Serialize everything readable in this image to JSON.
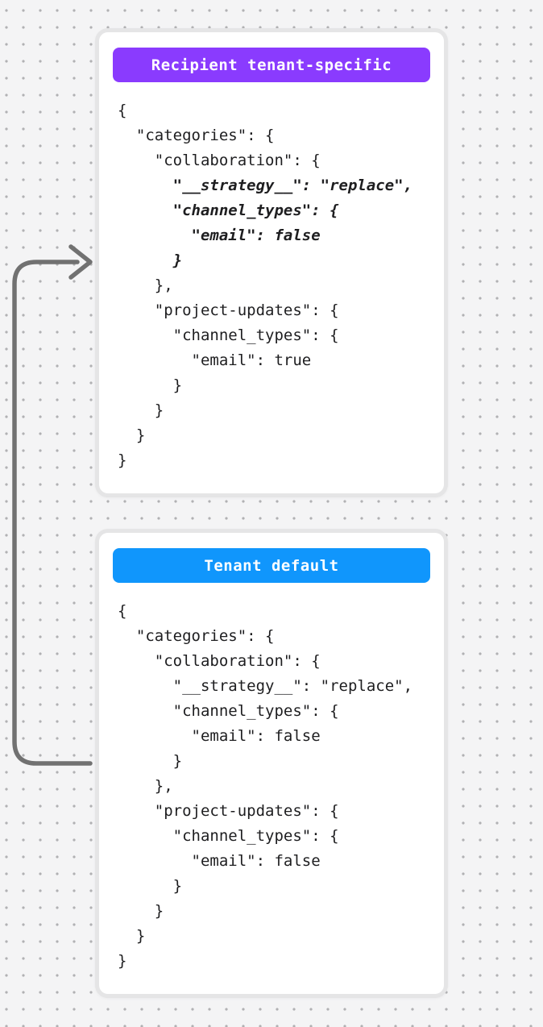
{
  "colors": {
    "recipient_badge": "#8a3bfe",
    "tenant_badge": "#1096fc",
    "arrow": "#717171",
    "page_background": "#f4f4f5",
    "dot": "#b1b1b3",
    "card_border": "#e5e5e6",
    "code_text": "#1e1e20"
  },
  "cards": [
    {
      "badge_label": "Recipient tenant-specific",
      "badge_color": "#8a3bfe",
      "code_lines": [
        {
          "text": "{",
          "emphasis": false
        },
        {
          "text": "  \"categories\": {",
          "emphasis": false
        },
        {
          "text": "    \"collaboration\": {",
          "emphasis": false
        },
        {
          "text": "      \"__strategy__\": \"replace\",",
          "emphasis": true
        },
        {
          "text": "      \"channel_types\": {",
          "emphasis": true
        },
        {
          "text": "        \"email\": false",
          "emphasis": true
        },
        {
          "text": "      }",
          "emphasis": true
        },
        {
          "text": "    },",
          "emphasis": false
        },
        {
          "text": "    \"project-updates\": {",
          "emphasis": false
        },
        {
          "text": "      \"channel_types\": {",
          "emphasis": false
        },
        {
          "text": "        \"email\": true",
          "emphasis": false
        },
        {
          "text": "      }",
          "emphasis": false
        },
        {
          "text": "    }",
          "emphasis": false
        },
        {
          "text": "  }",
          "emphasis": false
        },
        {
          "text": "}",
          "emphasis": false
        }
      ]
    },
    {
      "badge_label": "Tenant default",
      "badge_color": "#1096fc",
      "code_lines": [
        {
          "text": "{",
          "emphasis": false
        },
        {
          "text": "  \"categories\": {",
          "emphasis": false
        },
        {
          "text": "    \"collaboration\": {",
          "emphasis": false
        },
        {
          "text": "      \"__strategy__\": \"replace\",",
          "emphasis": false
        },
        {
          "text": "      \"channel_types\": {",
          "emphasis": false
        },
        {
          "text": "        \"email\": false",
          "emphasis": false
        },
        {
          "text": "      }",
          "emphasis": false
        },
        {
          "text": "    },",
          "emphasis": false
        },
        {
          "text": "    \"project-updates\": {",
          "emphasis": false
        },
        {
          "text": "      \"channel_types\": {",
          "emphasis": false
        },
        {
          "text": "        \"email\": false",
          "emphasis": false
        },
        {
          "text": "      }",
          "emphasis": false
        },
        {
          "text": "    }",
          "emphasis": false
        },
        {
          "text": "  }",
          "emphasis": false
        },
        {
          "text": "}",
          "emphasis": false
        }
      ]
    }
  ]
}
